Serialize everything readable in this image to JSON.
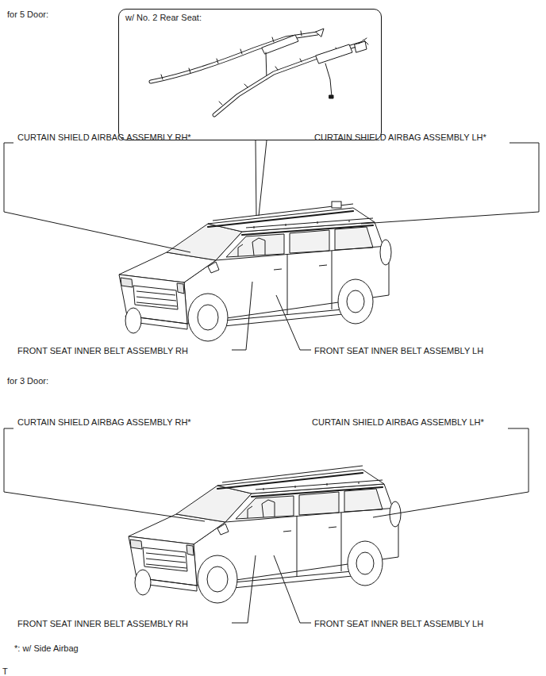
{
  "diagram": {
    "nodes": [
      {
        "text": [
          "w/ No. 2 Rear Seat:"
        ]
      }
    ],
    "labels": [
      "for 5 Door:",
      "CURTAIN SHIELD AIRBAG ASSEMBLY RH*",
      "CURTAIN SHIELD AIRBAG ASSEMBLY LH*",
      "FRONT SEAT INNER BELT ASSEMBLY RH",
      "FRONT SEAT INNER BELT ASSEMBLY LH",
      "for 3 Door:",
      "CURTAIN SHIELD AIRBAG ASSEMBLY RH*",
      "CURTAIN SHIELD AIRBAG ASSEMBLY LH*",
      "FRONT SEAT INNER BELT ASSEMBLY RH",
      "FRONT SEAT INNER BELT ASSEMBLY LH",
      "*: w/ Side Airbag",
      "T"
    ]
  }
}
